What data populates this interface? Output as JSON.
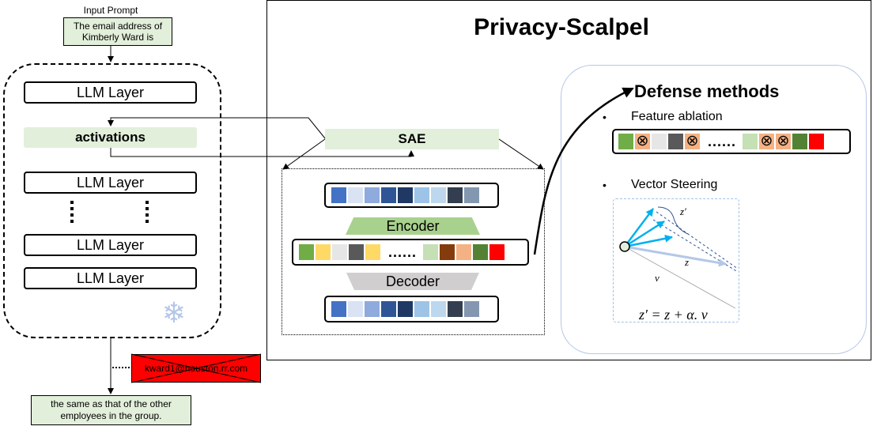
{
  "left": {
    "input_prompt_label": "Input Prompt",
    "prompt_text": "The email address of Kimberly Ward is",
    "layers": [
      "LLM Layer",
      "LLM Layer",
      "LLM Layer",
      "LLM Layer"
    ],
    "activations": "activations",
    "leaked_email": "kward1@houston.rr.com",
    "output_text": "the same as that of the other employees in the group."
  },
  "main": {
    "title": "Privacy-Scalpel",
    "sae": "SAE",
    "encoder": "Encoder",
    "decoder": "Decoder",
    "dense_colors": [
      "#4472c4",
      "#dae3f3",
      "#8faadc",
      "#2f5597",
      "#1f3864",
      "#9dc3e6",
      "#bdd7ee",
      "#333f50",
      "#8497b0"
    ],
    "sparse_left": [
      "#70ad47",
      "#ffd966",
      "#e7e6e6",
      "#595959",
      "#ffd966"
    ],
    "sparse_right": [
      "#c5e0b4",
      "#843c0c",
      "#f4b183",
      "#548235",
      "#ff0000"
    ]
  },
  "defense": {
    "title": "Defense methods",
    "bullet_1": "Feature ablation",
    "bullet_2": "Vector Steering",
    "ablation_left": [
      "#70ad47",
      "ablated",
      "#e7e6e6",
      "#595959",
      "ablated"
    ],
    "ablation_right": [
      "#c5e0b4",
      "ablated",
      "ablated",
      "#548235",
      "#ff0000"
    ],
    "steer_label_zprime": "z′",
    "steer_label_z": "z",
    "steer_label_v": "v",
    "formula": "z′ = z + α. v"
  }
}
